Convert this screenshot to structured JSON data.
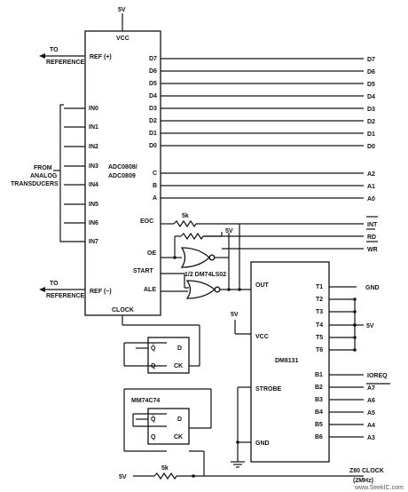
{
  "supply": {
    "top": "5V",
    "de_pullup": "5V",
    "dm_vcc": "5V",
    "t_pins": "5V",
    "clock": "5V"
  },
  "adc": {
    "vcc": "VCC",
    "part": [
      "ADC0808/",
      "ADC0809"
    ],
    "ref_plus": "REF (+)",
    "ref_minus": "REF (−)",
    "data_pins": [
      "D7",
      "D6",
      "D5",
      "D4",
      "D3",
      "D2",
      "D1",
      "D0"
    ],
    "in_pins": [
      "IN0",
      "IN1",
      "IN2",
      "IN3",
      "IN4",
      "IN5",
      "IN6",
      "IN7"
    ],
    "addr_pins": [
      "C",
      "B",
      "A"
    ],
    "eoc": "EOC",
    "oe": "OE",
    "start": "START",
    "ale": "ALE",
    "clock": "CLOCK"
  },
  "labels": {
    "to_reference_top": [
      "TO",
      "REFERENCE"
    ],
    "to_reference_bottom": [
      "TO",
      "REFERENCE"
    ],
    "from_analog": [
      "FROM",
      "ANALOG",
      "TRANSDUCERS"
    ],
    "gate": "1/2 DM74LS02",
    "r1": "5k",
    "r2": "5k",
    "flipflop": "MM74C74",
    "z80": [
      "Z80 CLOCK",
      "(2MHz)"
    ],
    "watermark": "www.SeekIC.com"
  },
  "right_bus": {
    "data": [
      "D7",
      "D6",
      "D5",
      "D4",
      "D3",
      "D2",
      "D1",
      "D0"
    ],
    "addr": [
      "A2",
      "A1",
      "A0"
    ],
    "ctrl": [
      "INT",
      "RD",
      "WR"
    ]
  },
  "ff": {
    "qbar": "Q̄",
    "q": "Q",
    "d": "D",
    "ck": "CK"
  },
  "dm8131": {
    "name": "DM8131",
    "out": "OUT",
    "vcc": "VCC",
    "strobe": "STROBE",
    "gnd": "GND",
    "t_pins": [
      "T1",
      "T2",
      "T3",
      "T4",
      "T5",
      "T6"
    ],
    "b_pins": [
      "B1",
      "B2",
      "B3",
      "B4",
      "B5",
      "B6"
    ],
    "t1_label": "GND",
    "b_labels": [
      "IOREQ",
      "A7",
      "A6",
      "A5",
      "A4",
      "A3"
    ]
  }
}
